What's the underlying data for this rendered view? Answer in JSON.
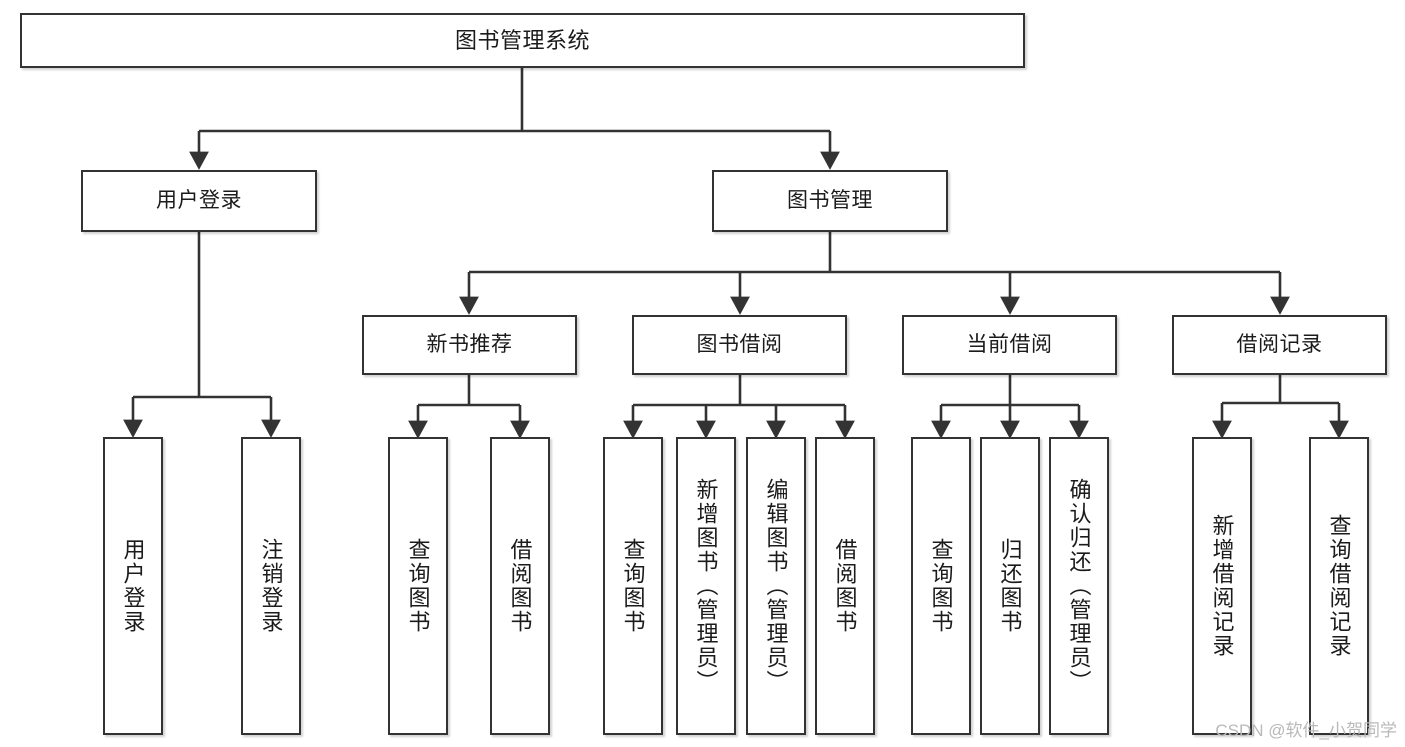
{
  "diagram": {
    "type": "tree",
    "title": "图书管理系统",
    "orientation": "top-down",
    "levels": 4,
    "colors": {
      "node_border": "#333333",
      "node_fill": "#ffffff",
      "edge": "#333333",
      "background": "#ffffff",
      "watermark": "#b9b9b9"
    },
    "nodes": {
      "root": {
        "label": "图书管理系统"
      },
      "level2": [
        {
          "label": "用户登录"
        },
        {
          "label": "图书管理"
        }
      ],
      "level3": [
        {
          "label": "新书推荐"
        },
        {
          "label": "图书借阅"
        },
        {
          "label": "当前借阅"
        },
        {
          "label": "借阅记录"
        }
      ],
      "leaves": {
        "user_login": [
          {
            "label": "用户登录"
          },
          {
            "label": "注销登录"
          }
        ],
        "new_book_recommend": [
          {
            "label": "查询图书"
          },
          {
            "label": "借阅图书"
          }
        ],
        "book_borrow": [
          {
            "label": "查询图书"
          },
          {
            "label": "新增图书（管理员）"
          },
          {
            "label": "编辑图书（管理员）"
          },
          {
            "label": "借阅图书"
          }
        ],
        "current_borrow": [
          {
            "label": "查询图书"
          },
          {
            "label": "归还图书"
          },
          {
            "label": "确认归还（管理员）"
          }
        ],
        "borrow_records": [
          {
            "label": "新增借阅记录"
          },
          {
            "label": "查询借阅记录"
          }
        ]
      }
    },
    "edges": [
      {
        "from": "图书管理系统",
        "to": "用户登录"
      },
      {
        "from": "图书管理系统",
        "to": "图书管理"
      },
      {
        "from": "用户登录",
        "to": "用户登录"
      },
      {
        "from": "用户登录",
        "to": "注销登录"
      },
      {
        "from": "图书管理",
        "to": "新书推荐"
      },
      {
        "from": "图书管理",
        "to": "图书借阅"
      },
      {
        "from": "图书管理",
        "to": "当前借阅"
      },
      {
        "from": "图书管理",
        "to": "借阅记录"
      },
      {
        "from": "新书推荐",
        "to": "查询图书"
      },
      {
        "from": "新书推荐",
        "to": "借阅图书"
      },
      {
        "from": "图书借阅",
        "to": "查询图书"
      },
      {
        "from": "图书借阅",
        "to": "新增图书（管理员）"
      },
      {
        "from": "图书借阅",
        "to": "编辑图书（管理员）"
      },
      {
        "from": "图书借阅",
        "to": "借阅图书"
      },
      {
        "from": "当前借阅",
        "to": "查询图书"
      },
      {
        "from": "当前借阅",
        "to": "归还图书"
      },
      {
        "from": "当前借阅",
        "to": "确认归还（管理员）"
      },
      {
        "from": "借阅记录",
        "to": "新增借阅记录"
      },
      {
        "from": "借阅记录",
        "to": "查询借阅记录"
      }
    ]
  },
  "watermark": {
    "text": "CSDN @软件_小贺同学"
  }
}
